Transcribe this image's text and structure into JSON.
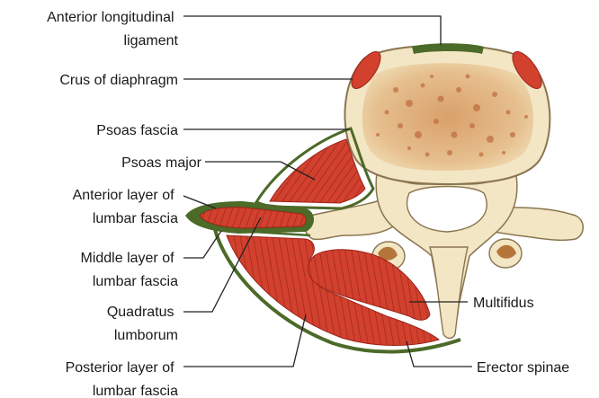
{
  "labels": {
    "anterior_longitudinal_ligament": [
      "Anterior longitudinal",
      "ligament"
    ],
    "crus_of_diaphragm": [
      "Crus of diaphragm"
    ],
    "psoas_fascia": [
      "Psoas fascia"
    ],
    "psoas_major": [
      "Psoas major"
    ],
    "anterior_layer_lumbar_fascia": [
      "Anterior layer of",
      "lumbar fascia"
    ],
    "middle_layer_lumbar_fascia": [
      "Middle layer of",
      "lumbar fascia"
    ],
    "quadratus_lumborum": [
      "Quadratus",
      "lumborum"
    ],
    "posterior_layer_lumbar_fascia": [
      "Posterior layer of",
      "lumbar fascia"
    ],
    "multifidus": [
      "Multifidus"
    ],
    "erector_spinae": [
      "Erector spinae"
    ]
  },
  "colors": {
    "muscle": "#d2402e",
    "muscle_stripe": "#9c2418",
    "fascia": "#4c6a28",
    "bone": "#f3e6c4",
    "bone_outline": "#8a7550",
    "marrow": "#d9a06a",
    "marrow_spot": "#c0703f"
  }
}
